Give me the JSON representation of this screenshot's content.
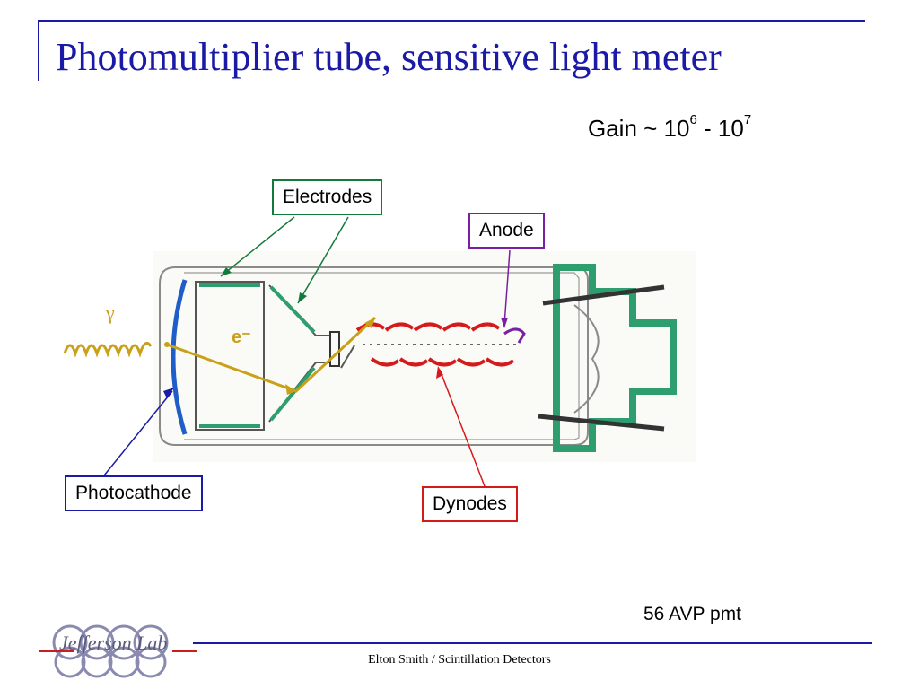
{
  "slide": {
    "title": "Photomultiplier tube, sensitive light meter",
    "gain_prefix": "Gain ~ 10",
    "gain_exp1": "6",
    "gain_mid": " - 10",
    "gain_exp2": "7",
    "model_label": "56 AVP pmt",
    "footer": "Elton Smith / Scintillation Detectors",
    "logo_text": "Jefferson Lab"
  },
  "diagram": {
    "labels": {
      "electrodes": "Electrodes",
      "anode": "Anode",
      "photocathode": "Photocathode",
      "dynodes": "Dynodes",
      "gamma": "γ",
      "electron": "e⁻"
    },
    "colors": {
      "title": "#1a1aa6",
      "electrodes": "#127a3a",
      "anode": "#7a1fa2",
      "photocathode": "#1a1aa6",
      "dynodes": "#d41a1a",
      "trajectory": "#c9a018",
      "tube_fill": "#2e9e6e"
    }
  }
}
